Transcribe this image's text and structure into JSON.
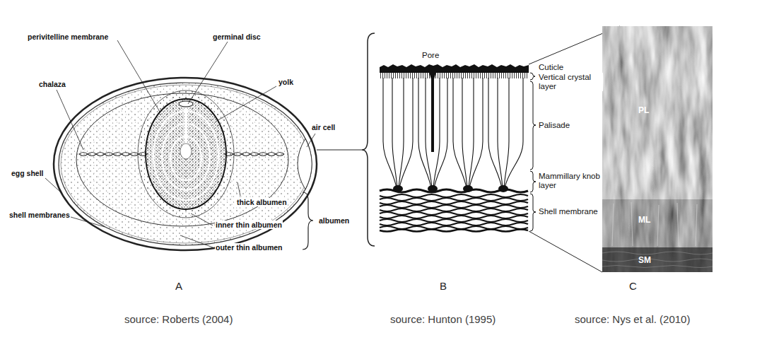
{
  "diagram": {
    "labels": [
      "perivitelline membrane",
      "germinal disc",
      "chalaza",
      "yolk",
      "air cell",
      "egg shell",
      "shell membranes",
      "thick albumen",
      "inner thin albumen",
      "outer thin albumen",
      "albumen",
      "Pore",
      "Cuticle",
      "Vertical crystal layer",
      "Palisade",
      "Mammillary knob layer",
      "Shell membrane",
      "PL",
      "ML",
      "SM",
      "A",
      "B",
      "C",
      "source: Roberts (2004)",
      "source: Hunton (1995)",
      "source: Nys et al. (2010)"
    ]
  }
}
